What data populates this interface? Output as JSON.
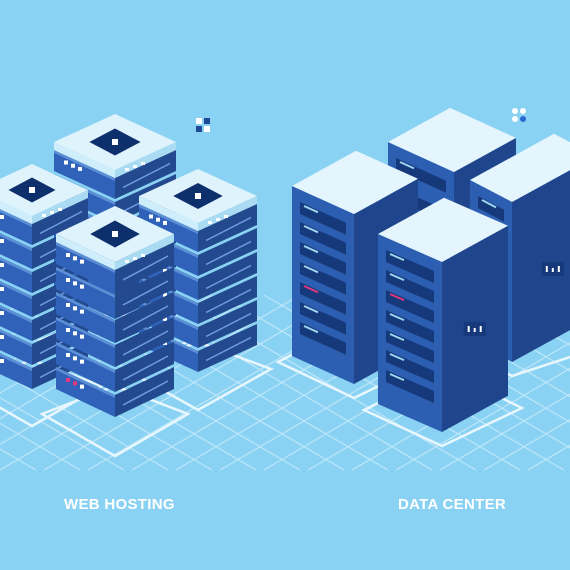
{
  "captions": {
    "web_hosting": "WEB HOSTING",
    "data_center": "DATA CENTER"
  },
  "palette": {
    "background": "#8ad2f3",
    "grid_line": "#c3e9fa",
    "node_top": "#dff3fc",
    "node_top_shade": "#c0e6f7",
    "node_front": "#2f62b8",
    "node_side": "#23498f",
    "chip": "#0d2f6b",
    "led_white": "#ffffff",
    "led_pink": "#e3387e",
    "rack_front": "#2c5fb2",
    "rack_side": "#1f468c",
    "rack_top": "#e4f5fd",
    "slot": "#16397b",
    "slot_light": "#9fd4f2"
  },
  "icons": {
    "sparkle_left": "four-square-sparkle-icon",
    "sparkle_right": "four-dot-sparkle-icon"
  },
  "groups": {
    "web_hosting": {
      "label": "WEB HOSTING",
      "icon": "server-stack-icon"
    },
    "data_center": {
      "label": "DATA CENTER",
      "icon": "server-rack-icon"
    }
  }
}
